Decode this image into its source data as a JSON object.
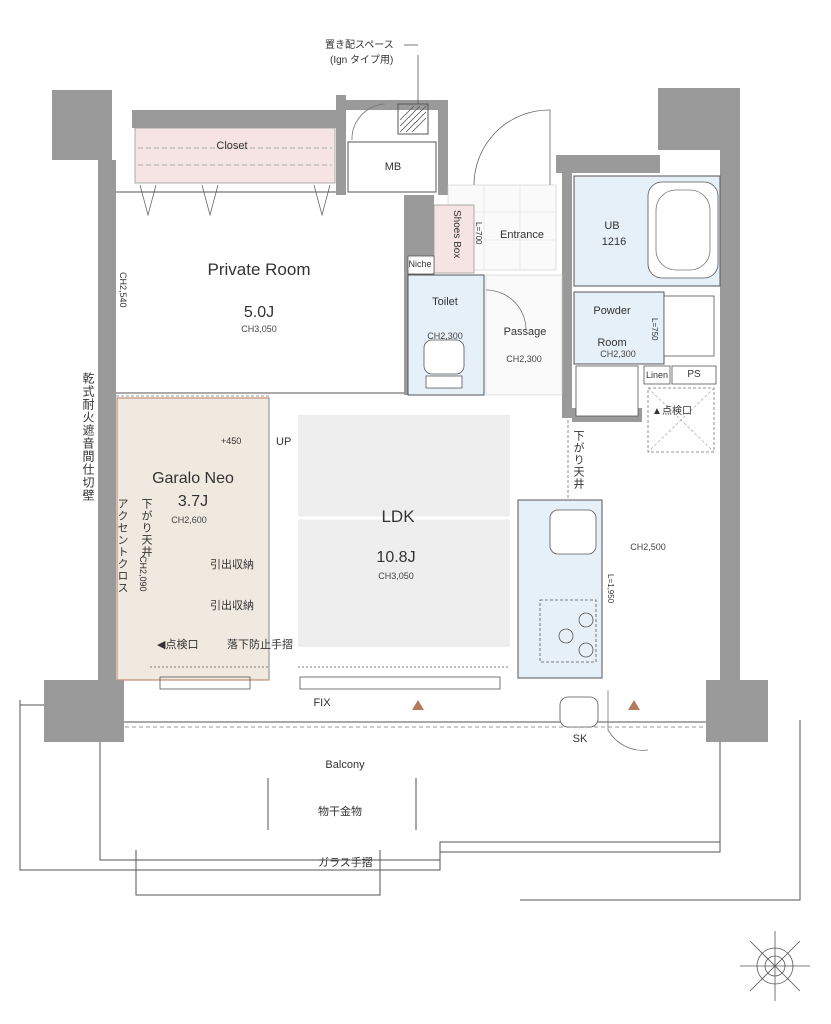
{
  "labels": {
    "delivery_space": "置き配スペース",
    "delivery_note": "(Ign タイプ用)",
    "mb": "MB",
    "closet": "Closet",
    "shoes_box": "Shoes Box",
    "shoes_dim": "L=700",
    "entrance": "Entrance",
    "ub_title": "UB",
    "ub_size": "1216",
    "niche": "Niche",
    "toilet": "Toilet",
    "toilet_ch": "CH2,300",
    "passage": "Passage",
    "passage_ch": "CH2,300",
    "powder": "Powder",
    "powder_room": "Room",
    "powder_ch": "CH2,300",
    "powder_dim": "L=750",
    "linen": "Linen",
    "ps": "PS",
    "inspection_right": "▲点検口",
    "private_room": "Private Room",
    "private_area": "5.0J",
    "private_ch": "CH3,050",
    "side_ch": "CH2,540",
    "fire_wall": "乾式耐火遮音間仕切壁",
    "garalo": "Garalo Neo",
    "garalo_area": "3.7J",
    "garalo_ch": "CH2,600",
    "garalo_ch2": "CH2,090",
    "step": "+450",
    "up": "UP",
    "lowered_ceiling_left": "下がり天井",
    "accent_cloth": "アクセントクロス",
    "drawer1": "引出収納",
    "drawer2": "引出収納",
    "inspection_left": "◀点検口",
    "fall_rail": "落下防止手摺",
    "ldk": "LDK",
    "ldk_area": "10.8J",
    "ldk_ch": "CH3,050",
    "lowered_ceiling_right": "下がり天井",
    "kitchen_ch": "CH2,500",
    "kitchen_dim": "L=1,950",
    "fix": "FIX",
    "sk": "SK",
    "balcony": "Balcony",
    "laundry": "物干金物",
    "glass_rail": "ガラス手摺"
  },
  "colors": {
    "wall": "#9a9a9a",
    "closet": "#f6e4e4",
    "garalo": "#efe9df",
    "ldk_floor": "#eeeeee",
    "wet_area": "#e6f0f8",
    "line": "#555555",
    "accent": "#b47a5e"
  }
}
